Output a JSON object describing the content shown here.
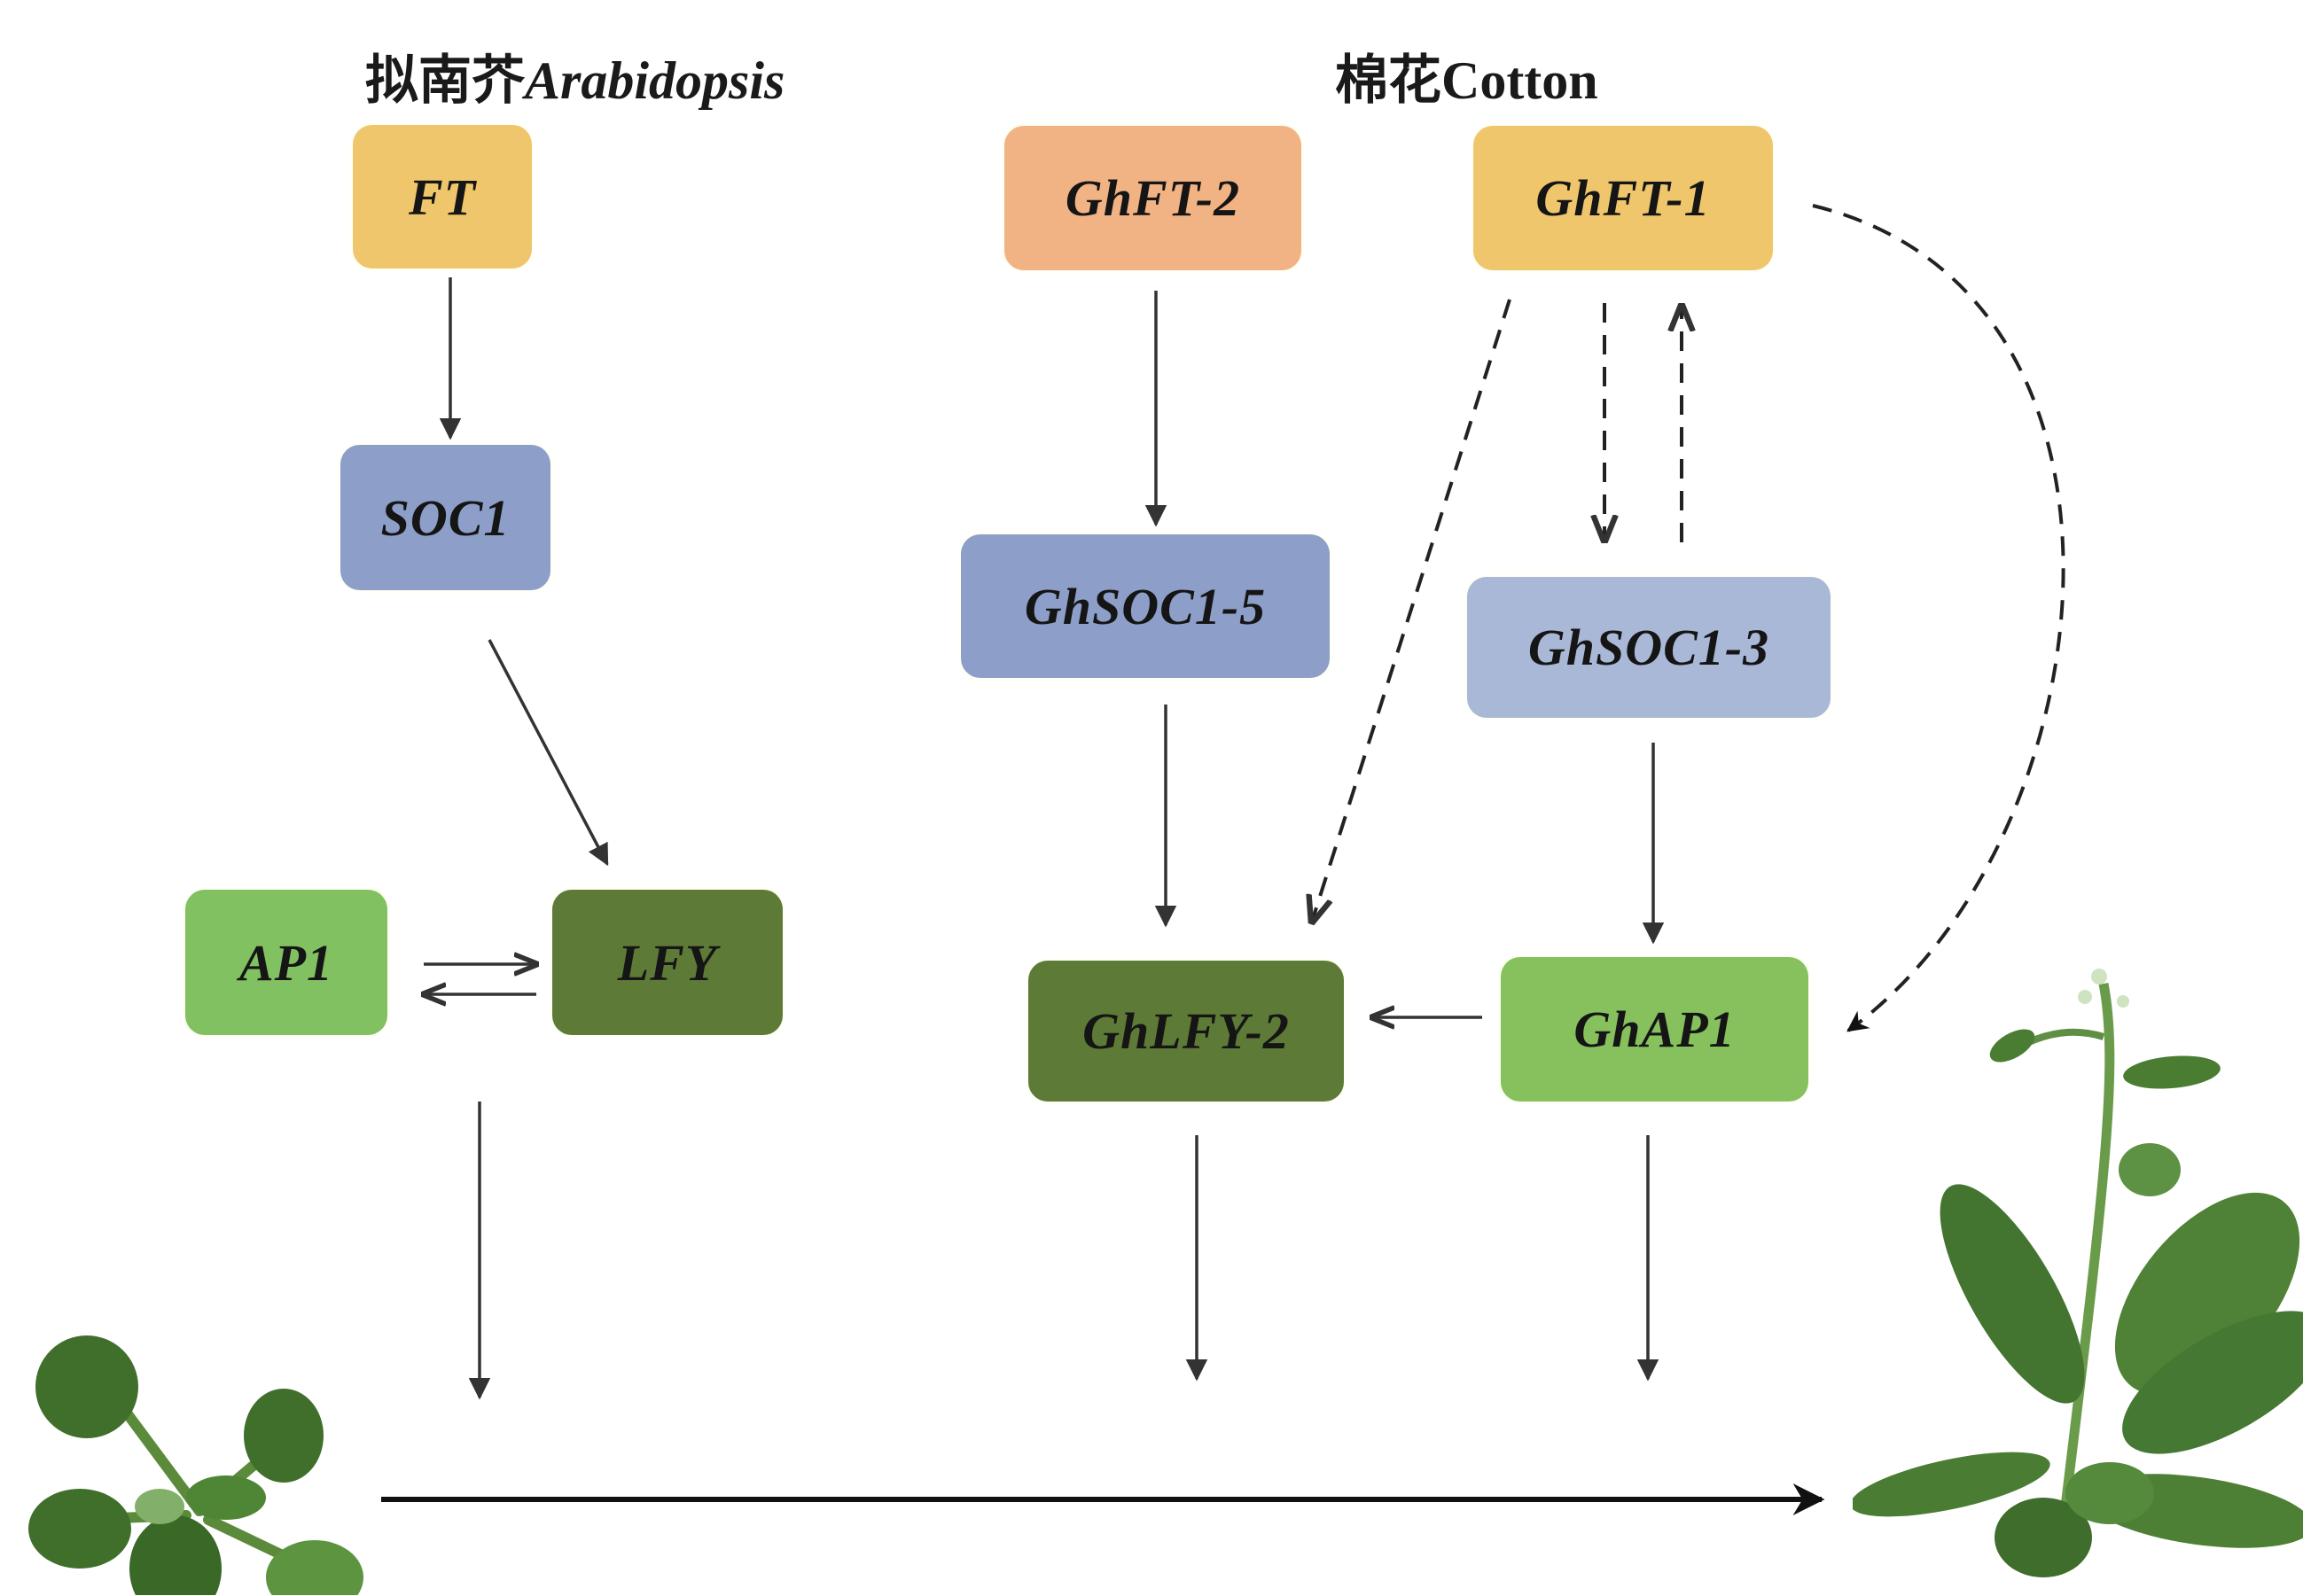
{
  "titles": {
    "arabidopsis_cn": "拟南芥",
    "arabidopsis_en": "Arabidopsis",
    "cotton_cn": "棉花",
    "cotton_en": "Cotton"
  },
  "nodes": {
    "ft": {
      "label": "FT",
      "color": "#F0C66C"
    },
    "soc1": {
      "label": "SOC1",
      "color": "#8D9FC8"
    },
    "ap1": {
      "label": "AP1",
      "color": "#82C161"
    },
    "lfy": {
      "label": "LFY",
      "color": "#5E7A37"
    },
    "ghft2": {
      "label": "GhFT-2",
      "color": "#F2B384"
    },
    "ghft1": {
      "label": "GhFT-1",
      "color": "#F0C66C"
    },
    "ghsoc15": {
      "label": "GhSOC1-5",
      "color": "#8D9FC8"
    },
    "ghsoc13": {
      "label": "GhSOC1-3",
      "color": "#AAB8D8"
    },
    "ghlfy2": {
      "label": "GhLFY-2",
      "color": "#5E7A37"
    },
    "ghap1": {
      "label": "GhAP1",
      "color": "#86C15E"
    }
  },
  "edges": [
    {
      "from": "FT",
      "to": "SOC1",
      "style": "solid"
    },
    {
      "from": "SOC1",
      "to": "LFY",
      "style": "solid"
    },
    {
      "from": "AP1",
      "to": "LFY",
      "style": "solid"
    },
    {
      "from": "LFY",
      "to": "AP1",
      "style": "solid"
    },
    {
      "from": "AP1/LFY",
      "to": "flowering",
      "style": "solid"
    },
    {
      "from": "GhFT-2",
      "to": "GhSOC1-5",
      "style": "solid"
    },
    {
      "from": "GhFT-1",
      "to": "GhSOC1-3",
      "style": "dashed"
    },
    {
      "from": "GhSOC1-3",
      "to": "GhFT-1",
      "style": "dashed"
    },
    {
      "from": "GhFT-1",
      "to": "GhLFY-2",
      "style": "dashed"
    },
    {
      "from": "GhFT-1",
      "to": "GhAP1",
      "style": "dashed"
    },
    {
      "from": "GhSOC1-5",
      "to": "GhLFY-2",
      "style": "solid"
    },
    {
      "from": "GhSOC1-3",
      "to": "GhAP1",
      "style": "solid"
    },
    {
      "from": "GhAP1",
      "to": "GhLFY-2",
      "style": "solid"
    },
    {
      "from": "GhLFY-2",
      "to": "flowering",
      "style": "solid"
    },
    {
      "from": "GhAP1",
      "to": "flowering",
      "style": "solid"
    },
    {
      "from": "vegetative-plant",
      "to": "flowering-plant",
      "style": "solid-bold"
    }
  ],
  "images": {
    "left_plant": "vegetative rosette plant",
    "right_plant": "flowering plant with inflorescence"
  },
  "colors": {
    "arrow": "#333333",
    "leaf_dark": "#3F6B2A",
    "leaf_light": "#6E9E48"
  }
}
